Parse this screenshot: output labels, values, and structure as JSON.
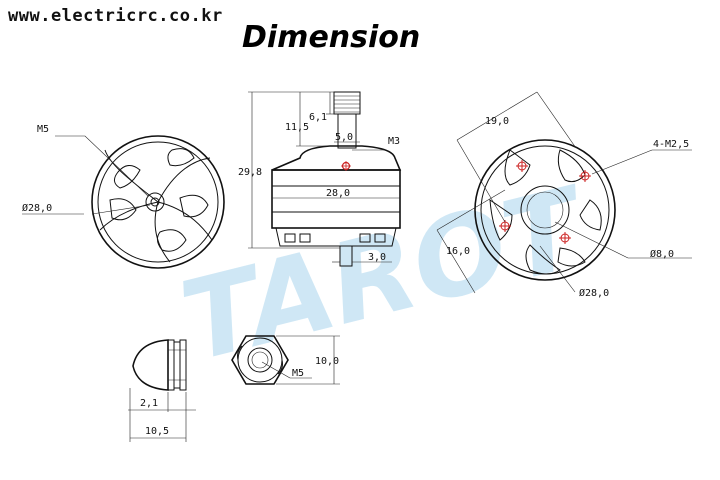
{
  "site_url": "www.electricrc.co.kr",
  "title": "Dimension",
  "watermark": "TAROT",
  "colors": {
    "line": "#111111",
    "watermark": "#bfe0f2",
    "hole_marker": "#cc2222"
  },
  "labels": {
    "left_view": {
      "thread": "M5",
      "diameter": "Ø28,0"
    },
    "side_view": {
      "shaft_length": "6,1",
      "shaft_height": "11,5",
      "total_height": "29,8",
      "shaft_dia": "5,0",
      "screw": "M3",
      "body_width": "28,0",
      "bottom_shaft": "3,0"
    },
    "right_view": {
      "hole_spacing_a": "19,0",
      "holes": "4-M2,5",
      "hole_spacing_b": "16,0",
      "center_dia": "Ø8,0",
      "outer_dia": "Ø28,0"
    },
    "nut_view": {
      "length_a": "2,1",
      "length_b": "10,5",
      "hex_size": "10,0",
      "thread": "M5"
    }
  }
}
